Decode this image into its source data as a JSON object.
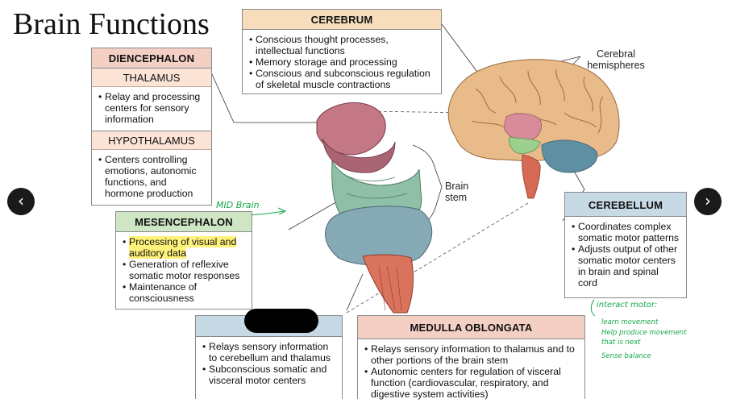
{
  "title": "Brain Functions",
  "cerebrum": {
    "heading": "CEREBRUM",
    "items": [
      "Conscious thought processes, intellectual functions",
      "Memory storage and processing",
      "Conscious and subconscious regulation of skeletal muscle contractions"
    ]
  },
  "diencephalon": {
    "heading": "DIENCEPHALON",
    "thalamus": {
      "heading": "THALAMUS",
      "items": [
        "Relay and processing centers for sensory information"
      ]
    },
    "hypothalamus": {
      "heading": "HYPOTHALAMUS",
      "items": [
        "Centers controlling emotions, autonomic functions, and hormone production"
      ]
    }
  },
  "mesencephalon": {
    "heading": "MESENCEPHALON",
    "items": [
      "Processing of visual and auditory data",
      "Generation of reflexive somatic motor responses",
      "Maintenance of consciousness"
    ]
  },
  "pons": {
    "items": [
      "Relays sensory information to cerebellum and thalamus",
      "Subconscious somatic and visceral motor centers"
    ]
  },
  "medulla": {
    "heading": "MEDULLA OBLONGATA",
    "items": [
      "Relays sensory information to thalamus and to other portions of the brain stem",
      "Autonomic centers for regulation of visceral function (cardiovascular, respiratory, and digestive system activities)"
    ]
  },
  "cerebellum": {
    "heading": "CEREBELLUM",
    "items": [
      "Coordinates complex somatic motor patterns",
      "Adjusts output of other somatic motor centers in brain and spinal cord"
    ]
  },
  "labels": {
    "cerebral_hemispheres": "Cerebral hemispheres",
    "brain_stem": "Brain stem"
  },
  "handwritten": {
    "mid_brain": "MID Brain",
    "cerebellum_note_title": "interact motor:",
    "cerebellum_notes": [
      "learn movement",
      "Help produce movement that is next",
      "Sense balance"
    ]
  },
  "nav": {
    "prev": "‹",
    "next": "›"
  },
  "colors": {
    "tan": "#f7ddbb",
    "pink": "#f4cfc4",
    "green": "#cfe6c4",
    "blue": "#c8d9e6",
    "highlight": "#fff27a",
    "handwriting": "#17a84a"
  }
}
